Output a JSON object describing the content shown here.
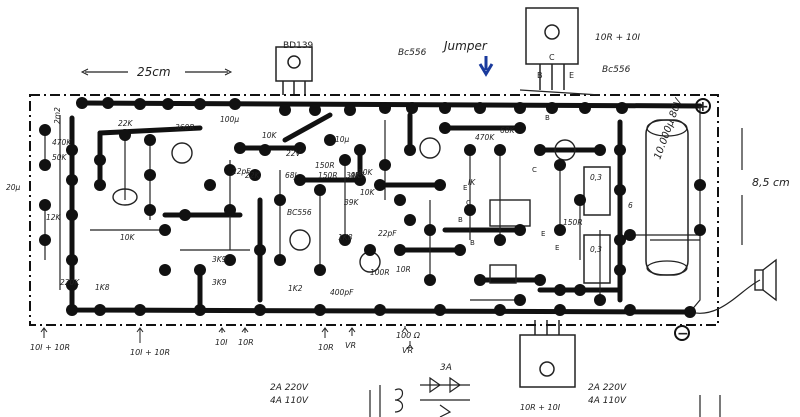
{
  "transistors_top": {
    "left": "BD139",
    "center": "Bc556",
    "right": "Bc556"
  },
  "jumper": "Jumper",
  "dimension_width": "25cm",
  "dimension_height": "8,5 cm",
  "top_right_trimmer": "10R + 10I",
  "board_labels": [
    "2m2",
    "470K",
    "50K",
    "20μ",
    "12K",
    "22K",
    "360R",
    "100μ",
    "10K",
    "10μ",
    "22V",
    "150R",
    "10K",
    "22pF",
    "22K",
    "68J",
    "150R",
    "39K",
    "BC556",
    "39K",
    "1K8",
    "22pF",
    "10R",
    "470K",
    "68K",
    "IK",
    "0,3",
    "0,3",
    "150R",
    "10.000μ 80V",
    "10K",
    "3K9",
    "3K9",
    "1K2",
    "400pF",
    "4K7",
    "220K",
    "1K8",
    "10K",
    "100R",
    "6"
  ],
  "board_small_labels": [
    "B",
    "C",
    "E",
    "E",
    "B",
    "B",
    "C",
    "E"
  ],
  "bottom_labels": [
    "10I + 10R",
    "10I + 10R",
    "10I",
    "10R",
    "10R",
    "VR",
    "100 Ω",
    "VR",
    "10R + 10I"
  ],
  "bottom_supply": {
    "left": "2A 220V\n4A 110V",
    "right": "2A 220V\n4A 110V",
    "fuse": "3A"
  },
  "power_markers": {
    "plus": "+",
    "minus": "−"
  }
}
